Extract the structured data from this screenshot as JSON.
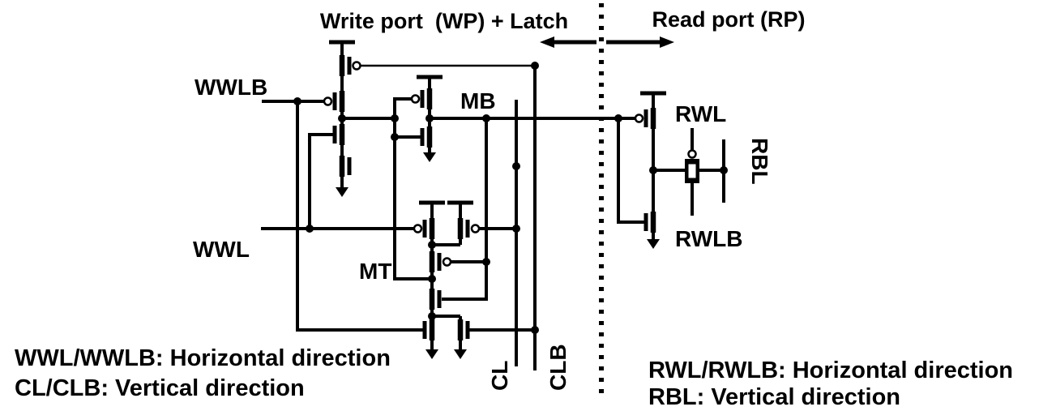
{
  "titles": {
    "left": "Write port  (WP) + Latch",
    "right": "Read port (RP)"
  },
  "labels": {
    "wwlb": "WWLB",
    "wwl": "WWL",
    "mb": "MB",
    "mt": "MT",
    "cl": "CL",
    "clb": "CLB",
    "rwl": "RWL",
    "rwlb": "RWLB",
    "rbl": "RBL"
  },
  "notes": {
    "write_line1": "WWL/WWLB: Horizontal direction",
    "write_line2": "CL/CLB: Vertical direction",
    "read_line1": "RWL/RWLB: Horizontal direction",
    "read_line2": "RBL: Vertical direction"
  },
  "colors": {
    "ink": "#000000",
    "background": "#ffffff"
  }
}
